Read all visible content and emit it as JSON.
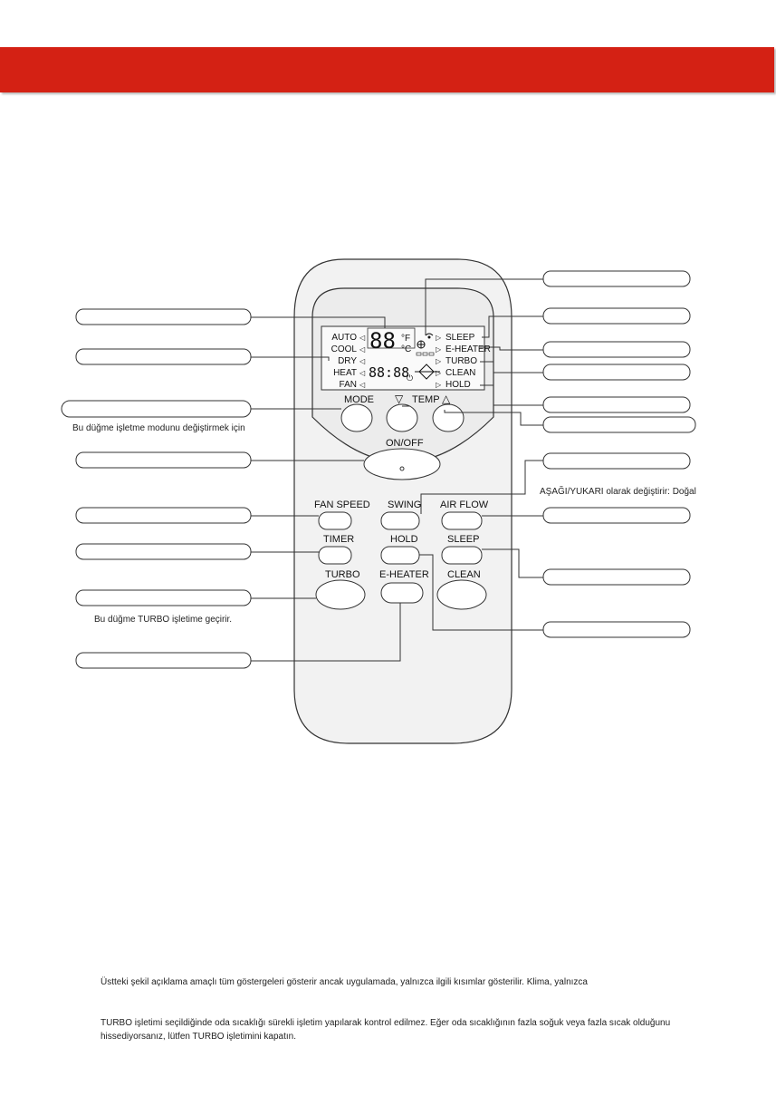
{
  "lcd": {
    "modes": [
      "AUTO",
      "COOL",
      "DRY",
      "HEAT",
      "FAN"
    ],
    "features": [
      "SLEEP",
      "E-HEATER",
      "TURBO",
      "CLEAN",
      "HOLD"
    ],
    "temp_digits": "88",
    "fahrenheit_symbol": "°F",
    "celsius_symbol": "°C",
    "clock_digits": "88:88"
  },
  "buttons": {
    "mode": "MODE",
    "temp": "TEMP",
    "on_off": "ON/OFF",
    "fan_speed": "FAN SPEED",
    "swing": "SWING",
    "air_flow": "AIR FLOW",
    "timer": "TIMER",
    "hold": "HOLD",
    "sleep": "SLEEP",
    "turbo": "TURBO",
    "e_heater": "E-HEATER",
    "clean": "CLEAN"
  },
  "captions": {
    "mode": "Bu düğme işletme modunu değiştirmek için",
    "swing": "AŞAĞI/YUKARI olarak değiştirir: Doğal",
    "turbo": "Bu düğme TURBO işletime geçirir."
  },
  "notes": {
    "first": "Üstteki  şekil açıklama amaçlı tüm göstergeleri gösterir ancak uygulamada, yalnızca ilgili kısımlar gösterilir. Klima, yalnızca",
    "second": "TURBO işletimi seçildiğinde oda sıcaklığı sürekli işletim yapılarak kontrol edilmez. Eğer oda sıcaklığının fazla soğuk veya fazla sıcak olduğunu hissediyorsanız, lütfen TURBO işletimini kapatın."
  },
  "colors": {
    "banner": "#d42114",
    "remote_fill": "#f2f2f2",
    "outline": "#333333"
  }
}
